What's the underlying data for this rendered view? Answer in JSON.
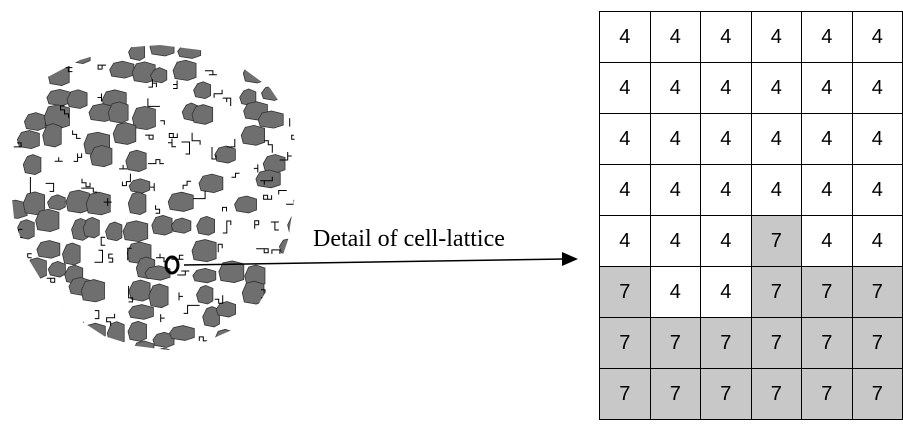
{
  "caption": "Detail of cell-lattice",
  "colors": {
    "cell_type_a": "#ffffff",
    "cell_type_b": "#c8c8c8",
    "tissue_dark": "#6f6f6f"
  },
  "lattice": {
    "highlight_value": 7,
    "rows": [
      [
        4,
        4,
        4,
        4,
        4,
        4
      ],
      [
        4,
        4,
        4,
        4,
        4,
        4
      ],
      [
        4,
        4,
        4,
        4,
        4,
        4
      ],
      [
        4,
        4,
        4,
        4,
        4,
        4
      ],
      [
        4,
        4,
        4,
        7,
        4,
        4
      ],
      [
        7,
        4,
        4,
        7,
        7,
        7
      ],
      [
        7,
        7,
        7,
        7,
        7,
        7
      ],
      [
        7,
        7,
        7,
        7,
        7,
        7
      ]
    ]
  }
}
